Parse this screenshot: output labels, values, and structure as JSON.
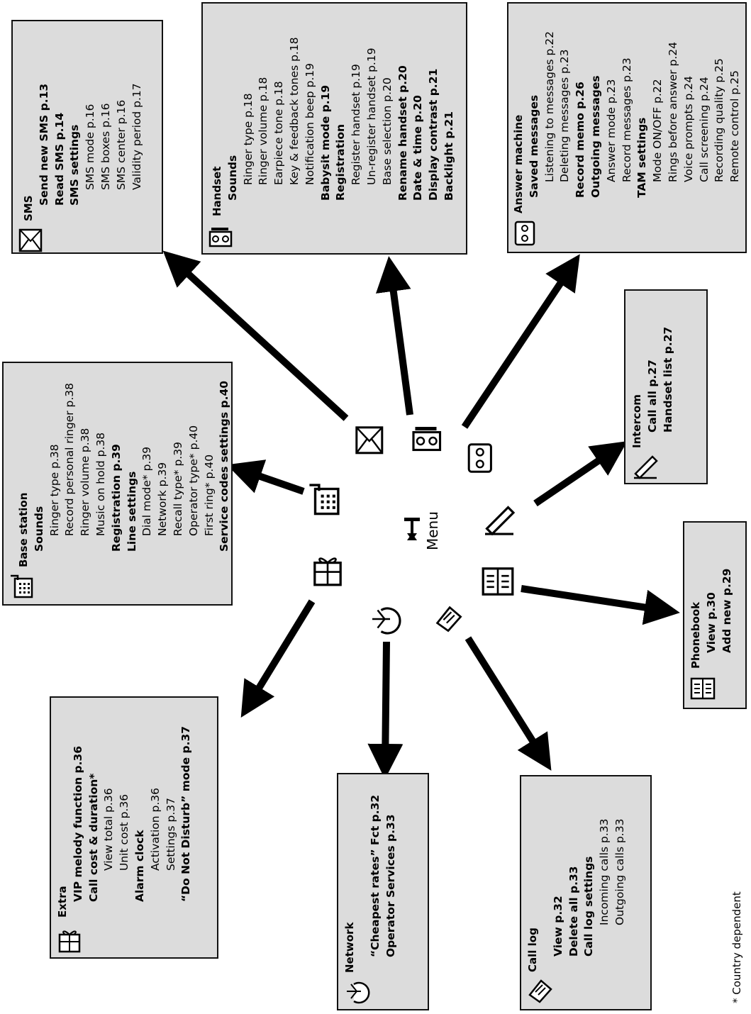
{
  "center": {
    "label": "Menu"
  },
  "footnote": "* Country dependent",
  "boxes": {
    "sms": {
      "title": "SMS",
      "lines": [
        {
          "text": "Send new SMS p.13",
          "level": 1,
          "bold": true
        },
        {
          "text": "Read SMS p.14",
          "level": 1,
          "bold": true
        },
        {
          "text": "SMS settings",
          "level": 1,
          "bold": true
        },
        {
          "text": "SMS mode p.16",
          "level": 2,
          "bold": false
        },
        {
          "text": "SMS boxes p.16",
          "level": 2,
          "bold": false
        },
        {
          "text": "SMS center p.16",
          "level": 2,
          "bold": false
        },
        {
          "text": "Validity period p.17",
          "level": 2,
          "bold": false
        }
      ]
    },
    "handset": {
      "title": "Handset",
      "lines": [
        {
          "text": "Sounds",
          "level": 1,
          "bold": true
        },
        {
          "text": "Ringer type p.18",
          "level": 2,
          "bold": false
        },
        {
          "text": "Ringer volume p.18",
          "level": 2,
          "bold": false
        },
        {
          "text": "Earpiece tone p.18",
          "level": 2,
          "bold": false
        },
        {
          "text": "Key & feedback tones p.18",
          "level": 2,
          "bold": false
        },
        {
          "text": "Notification beep p.19",
          "level": 2,
          "bold": false
        },
        {
          "text": "Babysit mode p.19",
          "level": 1,
          "bold": true
        },
        {
          "text": "Registration",
          "level": 1,
          "bold": true
        },
        {
          "text": "Register handset p.19",
          "level": 2,
          "bold": false
        },
        {
          "text": "Un-register handset p.19",
          "level": 2,
          "bold": false
        },
        {
          "text": "Base selection p.20",
          "level": 2,
          "bold": false
        },
        {
          "text": "Rename handset p.20",
          "level": 1,
          "bold": true
        },
        {
          "text": "Date & time p.20",
          "level": 1,
          "bold": true
        },
        {
          "text": "Display contrast p.21",
          "level": 1,
          "bold": true
        },
        {
          "text": "Backlight p.21",
          "level": 1,
          "bold": true
        }
      ]
    },
    "answer": {
      "title": "Answer machine",
      "lines": [
        {
          "text": "Saved messages",
          "level": 1,
          "bold": true
        },
        {
          "text": "Listening to messages p.22",
          "level": 2,
          "bold": false
        },
        {
          "text": "Deleting messages p.23",
          "level": 2,
          "bold": false
        },
        {
          "text": "Record memo p.26",
          "level": 1,
          "bold": true
        },
        {
          "text": "Outgoing messages",
          "level": 1,
          "bold": true
        },
        {
          "text": "Answer mode p.23",
          "level": 2,
          "bold": false
        },
        {
          "text": "Record messages p.23",
          "level": 2,
          "bold": false
        },
        {
          "text": "TAM settings",
          "level": 1,
          "bold": true
        },
        {
          "text": "Mode ON/OFF p.22",
          "level": 2,
          "bold": false
        },
        {
          "text": "Rings before answer p.24",
          "level": 2,
          "bold": false
        },
        {
          "text": "Voice prompts p.24",
          "level": 2,
          "bold": false
        },
        {
          "text": "Call screening p.24",
          "level": 2,
          "bold": false
        },
        {
          "text": "Recording quality p.25",
          "level": 2,
          "bold": false
        },
        {
          "text": "Remote control p.25",
          "level": 2,
          "bold": false
        }
      ]
    },
    "base": {
      "title": "Base station",
      "lines": [
        {
          "text": "Sounds",
          "level": 1,
          "bold": true
        },
        {
          "text": "Ringer type p.38",
          "level": 2,
          "bold": false
        },
        {
          "text": "Record personal ringer p.38",
          "level": 2,
          "bold": false
        },
        {
          "text": "Ringer volume p.38",
          "level": 2,
          "bold": false
        },
        {
          "text": "Music on hold p.38",
          "level": 2,
          "bold": false
        },
        {
          "text": "Registration p.39",
          "level": 1,
          "bold": true
        },
        {
          "text": "Line settings",
          "level": 1,
          "bold": true
        },
        {
          "text": "Dial mode* p.39",
          "level": 2,
          "bold": false
        },
        {
          "text": "Network p.39",
          "level": 2,
          "bold": false
        },
        {
          "text": "Recall type* p.39",
          "level": 2,
          "bold": false
        },
        {
          "text": "Operator type* p.40",
          "level": 2,
          "bold": false
        },
        {
          "text": "First ring* p.40",
          "level": 2,
          "bold": false
        },
        {
          "text": "Service codes settings p.40",
          "level": 1,
          "bold": true
        }
      ]
    },
    "intercom": {
      "title": "Intercom",
      "lines": [
        {
          "text": "Call all p.27",
          "level": 1,
          "bold": true
        },
        {
          "text": "Handset list p.27",
          "level": 1,
          "bold": true
        }
      ]
    },
    "phonebook": {
      "title": "Phonebook",
      "lines": [
        {
          "text": "View p.30",
          "level": 1,
          "bold": true
        },
        {
          "text": "Add new p.29",
          "level": 1,
          "bold": true
        }
      ]
    },
    "extra": {
      "title": "Extra",
      "lines": [
        {
          "text": "VIP melody function p.36",
          "level": 1,
          "bold": true
        },
        {
          "text": "Call cost & duration*",
          "level": 1,
          "bold": true
        },
        {
          "text": "View total p.36",
          "level": 2,
          "bold": false
        },
        {
          "text": "Unit cost p.36",
          "level": 2,
          "bold": false
        },
        {
          "text": "Alarm clock",
          "level": 1,
          "bold": true
        },
        {
          "text": "Activation p.36",
          "level": 2,
          "bold": false
        },
        {
          "text": "Settings p.37",
          "level": 2,
          "bold": false
        },
        {
          "text": "“Do Not Disturb” mode p.37",
          "level": 1,
          "bold": true
        }
      ]
    },
    "network": {
      "title": "Network",
      "lines": [
        {
          "text": "“Cheapest rates” Fct p.32",
          "level": 1,
          "bold": true
        },
        {
          "text": "Operator Services p.33",
          "level": 1,
          "bold": true
        }
      ]
    },
    "calllog": {
      "title": "Call log",
      "lines": [
        {
          "text": "View p.32",
          "level": 1,
          "bold": true
        },
        {
          "text": "Delete all p.33",
          "level": 1,
          "bold": true
        },
        {
          "text": "Call log settings",
          "level": 1,
          "bold": true
        },
        {
          "text": "Incoming calls p.33",
          "level": 2,
          "bold": false
        },
        {
          "text": "Outgoing calls p.33",
          "level": 2,
          "bold": false
        }
      ]
    }
  }
}
